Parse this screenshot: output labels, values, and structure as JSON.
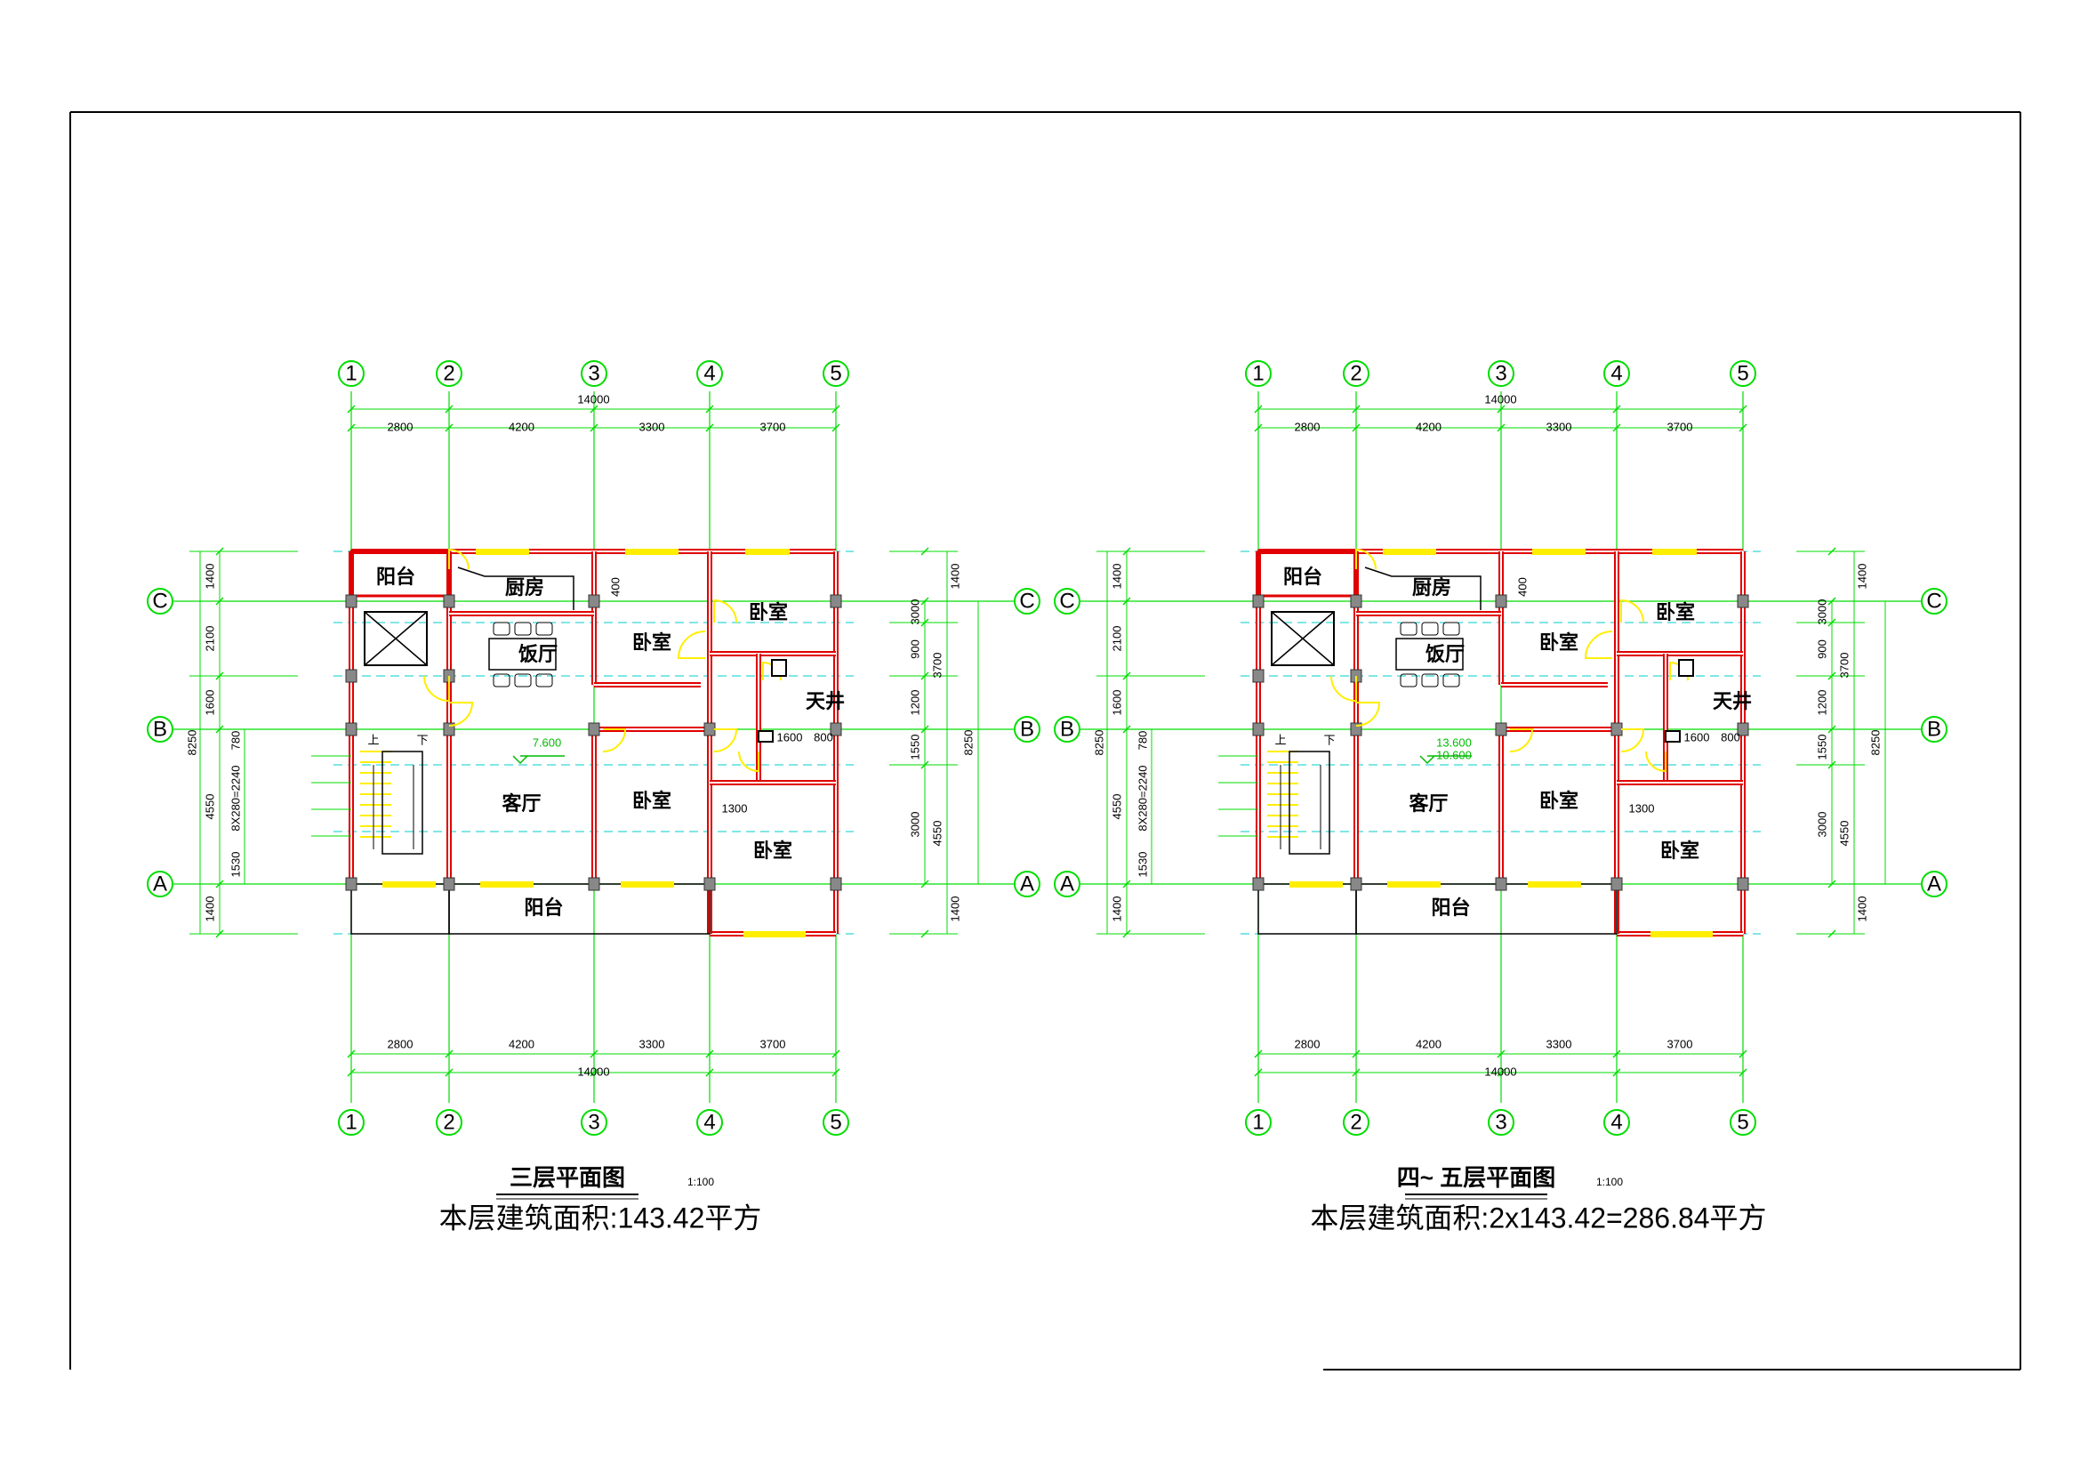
{
  "sheet": {
    "colors": {
      "grid": "#00dd00",
      "wall": "#e00000",
      "axis_dash": "#00cccc",
      "window": "#ffee00",
      "column": "#888888",
      "text": "#000000",
      "elev": "#00bb00"
    }
  },
  "plans": [
    {
      "id": "plan-3f",
      "title": "三层平面图",
      "scale": "1:100",
      "area_text": "本层建筑面积:143.42平方",
      "elevation": [
        "7.600"
      ],
      "axes_x": [
        "1",
        "2",
        "3",
        "4",
        "5"
      ],
      "axes_y": [
        "A",
        "B",
        "C"
      ],
      "dims_top_total": "14000",
      "dims_top": [
        "2800",
        "4200",
        "3300",
        "3700"
      ],
      "dims_bottom": [
        "2800",
        "4200",
        "3300",
        "3700"
      ],
      "dims_bottom_total": "14000",
      "dims_left_outer": "8250",
      "dims_left": [
        "1400",
        "2100",
        "1600",
        "4550",
        "1400"
      ],
      "dims_left_inner": [
        "780",
        "8X280=2240",
        "1530"
      ],
      "dims_right": [
        "1400",
        "3000",
        "900",
        "1200",
        "1550",
        "3000",
        "1400"
      ],
      "dims_right_mid": [
        "3700",
        "4550"
      ],
      "dims_right_outer": "8250",
      "dims_interior": [
        "400",
        "1600",
        "800",
        "1300"
      ],
      "rooms": {
        "balcony_top": "阳台",
        "kitchen": "厨房",
        "dining": "饭厅",
        "bedroom_a": "卧室",
        "bedroom_b": "卧室",
        "bedroom_c": "卧室",
        "bedroom_d": "卧室",
        "living": "客厅",
        "balcony_bottom": "阳台",
        "skylight": "天井",
        "stair_up": "上",
        "stair_down": "下"
      }
    },
    {
      "id": "plan-4-5f",
      "title": "四~ 五层平面图",
      "scale": "1:100",
      "area_text": "本层建筑面积:2x143.42=286.84平方",
      "elevation": [
        "13.600",
        "10.600"
      ],
      "axes_x": [
        "1",
        "2",
        "3",
        "4",
        "5"
      ],
      "axes_y": [
        "A",
        "B",
        "C"
      ],
      "dims_top_total": "14000",
      "dims_top": [
        "2800",
        "4200",
        "3300",
        "3700"
      ],
      "dims_bottom": [
        "2800",
        "4200",
        "3300",
        "3700"
      ],
      "dims_bottom_total": "14000",
      "dims_left_outer": "8250",
      "dims_left": [
        "1400",
        "2100",
        "1600",
        "4550",
        "1400"
      ],
      "dims_left_inner": [
        "780",
        "8X280=2240",
        "1530"
      ],
      "dims_right": [
        "1400",
        "3000",
        "900",
        "1200",
        "1550",
        "3000",
        "1400"
      ],
      "dims_right_mid": [
        "3700",
        "4550"
      ],
      "dims_right_outer": "8250",
      "dims_interior": [
        "400",
        "1600",
        "800",
        "1300"
      ],
      "rooms": {
        "balcony_top": "阳台",
        "kitchen": "厨房",
        "dining": "饭厅",
        "bedroom_a": "卧室",
        "bedroom_b": "卧室",
        "bedroom_c": "卧室",
        "bedroom_d": "卧室",
        "living": "客厅",
        "balcony_bottom": "阳台",
        "skylight": "天井",
        "stair_up": "上",
        "stair_down": "下"
      }
    }
  ]
}
